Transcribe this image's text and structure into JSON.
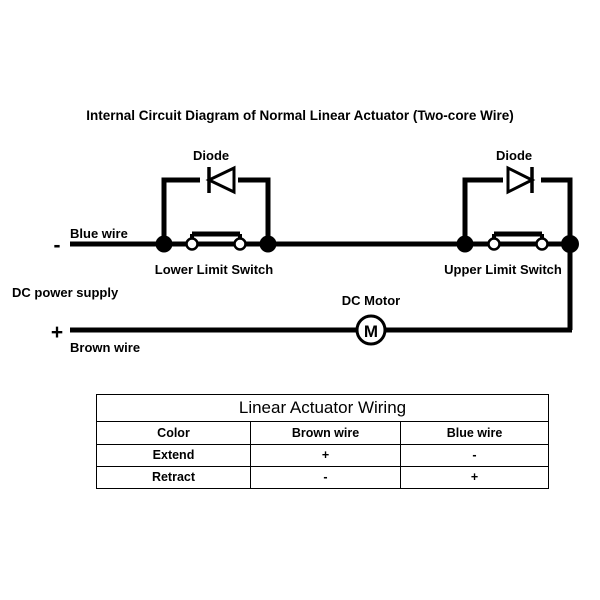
{
  "diagram": {
    "title": "Internal Circuit Diagram of Normal Linear Actuator (Two-core Wire)",
    "power_supply_label": "DC power supply",
    "negative_sign": "-",
    "positive_sign": "+",
    "blue_wire_label": "Blue wire",
    "brown_wire_label": "Brown wire",
    "motor_label": "DC Motor",
    "motor_symbol": "M",
    "left_diode_label": "Diode",
    "right_diode_label": "Diode",
    "lower_switch_label": "Lower Limit Switch",
    "upper_switch_label": "Upper Limit Switch",
    "colors": {
      "line": "#000000",
      "background": "#ffffff",
      "contact_fill": "#ffffff"
    }
  },
  "table": {
    "title": "Linear Actuator Wiring",
    "headers": [
      "Color",
      "Brown wire",
      "Blue wire"
    ],
    "rows": [
      [
        "Extend",
        "+",
        "-"
      ],
      [
        "Retract",
        "-",
        "+"
      ]
    ]
  }
}
